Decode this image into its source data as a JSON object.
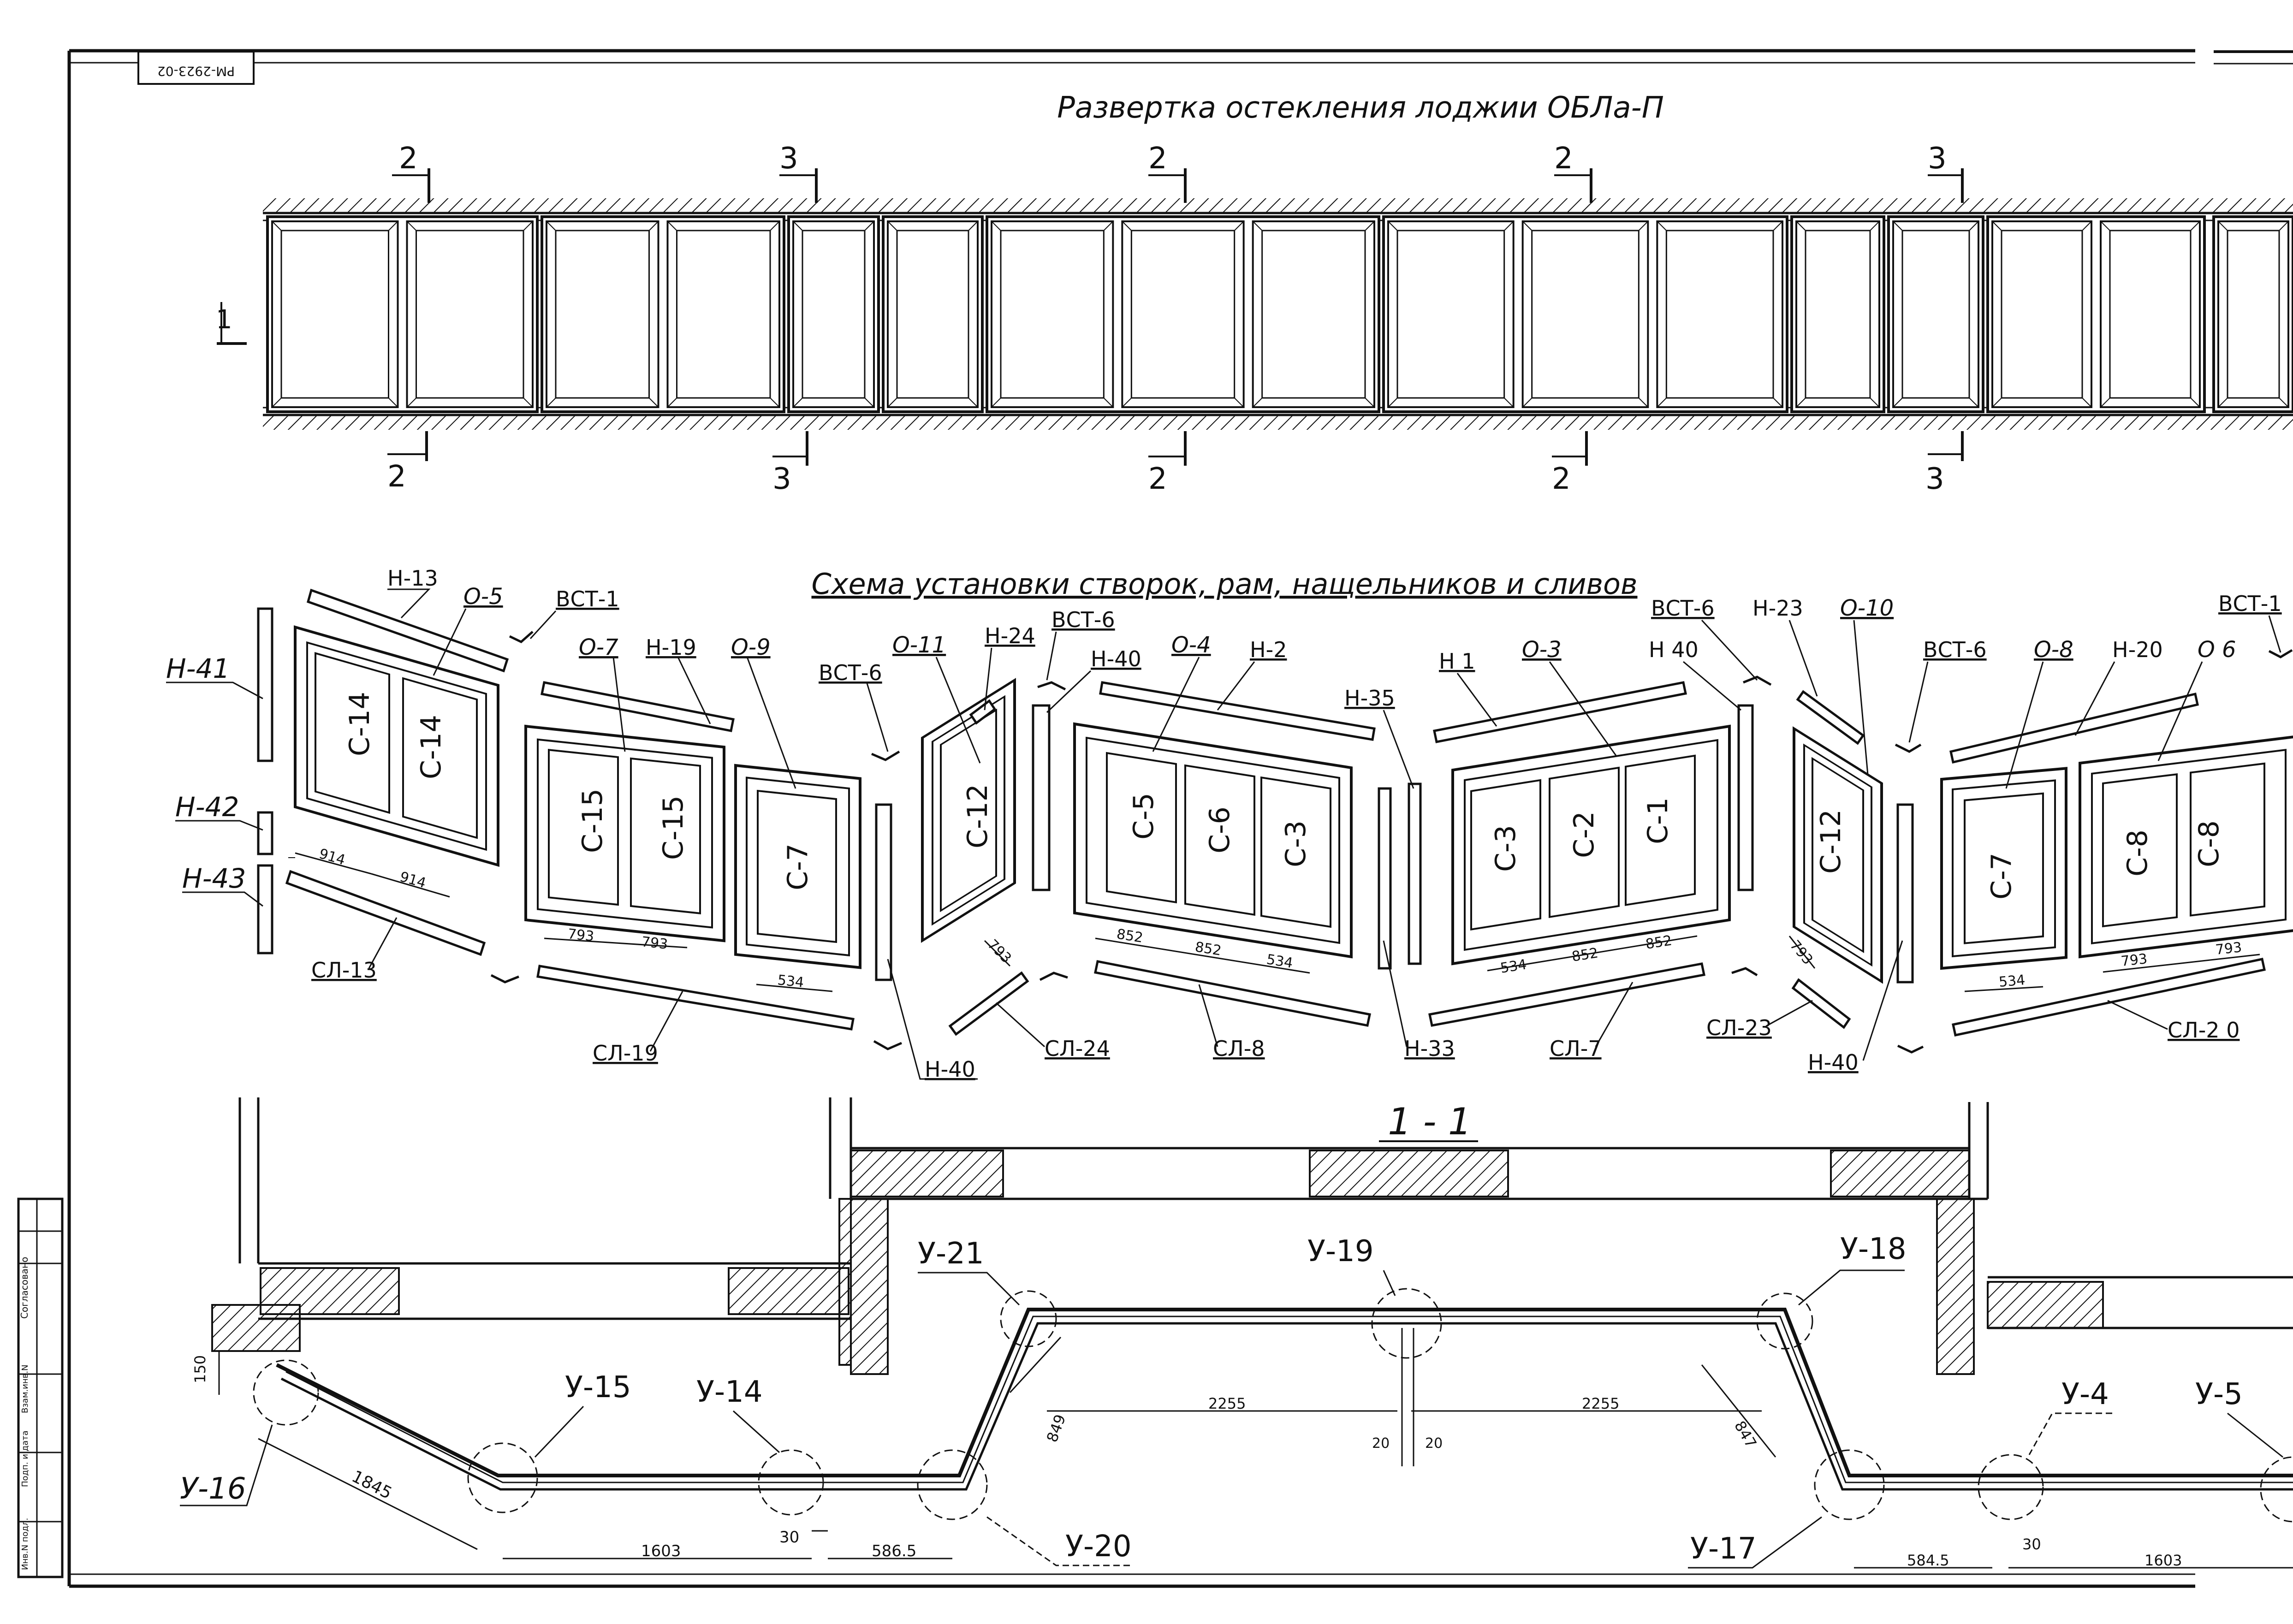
{
  "stamp": "РМ-2923-02",
  "titles": {
    "unfold": "Развертка остекления лоджии ОБЛа-П",
    "scheme": "Схема установки створок, рам, нащельников и сливов",
    "section": "1 - 1"
  },
  "section_marks": {
    "top": [
      "2",
      "3",
      "2",
      "2",
      "3"
    ],
    "bottom": [
      "2",
      "3",
      "2",
      "2",
      "3"
    ],
    "side": "1"
  },
  "part_labels": {
    "h41": "Н-41",
    "h42": "Н-42",
    "h43": "Н-43",
    "h13": "Н-13",
    "o5": "О-5",
    "vst1_a": "ВСТ-1",
    "o7": "О-7",
    "h19": "Н-19",
    "o9": "О-9",
    "vst6_a": "ВСТ-6",
    "o11": "О-11",
    "h24": "Н-24",
    "vst6_b": "ВСТ-6",
    "h40_a": "Н-40",
    "o4": "О-4",
    "h2": "Н-2",
    "h35": "Н-35",
    "h1": "Н 1",
    "o3": "О-3",
    "vst6_c": "ВСТ-6",
    "h40_b": "Н 40",
    "h23": "Н-23",
    "o10": "О-10",
    "vst6_d": "ВСТ-6",
    "o8": "О-8",
    "h20": "Н-20",
    "o6": "О 6",
    "vst1_b": "ВСТ-1",
    "sl13": "СЛ-13",
    "sl19": "СЛ-19",
    "h40_c": "Н-40",
    "sl24": "СЛ-24",
    "sl8": "СЛ-8",
    "h33": "Н-33",
    "sl7": "СЛ-7",
    "sl23": "СЛ-23",
    "h40_d": "Н-40",
    "sl20": "СЛ-2 0"
  },
  "sash_labels": {
    "c14a": "С-14",
    "c14b": "С-14",
    "c15a": "С-15",
    "c15b": "С-15",
    "c7a": "С-7",
    "c12a": "С-12",
    "c5": "С-5",
    "c6": "С-6",
    "c3a": "С-3",
    "c3b": "С-3",
    "c2": "С-2",
    "c1": "С-1",
    "c12b": "С-12",
    "c7b": "С-7",
    "c8": "С-8",
    "c8b": "С-8"
  },
  "dims_scheme": {
    "d914a": "914",
    "d914b": "914",
    "d793a": "793",
    "d793b": "793",
    "d534a": "534",
    "d793c": "793",
    "d852a": "852",
    "d852b": "852",
    "d534b": "534",
    "d534c": "534",
    "d852c": "852",
    "d852d": "852",
    "d793d": "793",
    "d534d": "534",
    "d793e": "793",
    "d793f": "793"
  },
  "nodes": {
    "u21": "У-21",
    "u19": "У-19",
    "u18": "У-18",
    "u15": "У-15",
    "u14": "У-14",
    "u16": "У-16",
    "u20": "У-20",
    "u17": "У-17",
    "u4": "У-4",
    "u5": "У-5"
  },
  "dims_section": {
    "d150": "150",
    "d1845": "1845",
    "d1603a": "1603",
    "d30a": "30",
    "d5865a": "586.5",
    "d849": "849",
    "d2255a": "2255",
    "d2255b": "2255",
    "d20a": "20",
    "d20b": "20",
    "d847": "847",
    "d5845": "584.5",
    "d30b": "30",
    "d1603b": "1603"
  },
  "title_block": {
    "cells": [
      "Согласовано",
      "Взам.инв.N",
      "Подп. и дата",
      "Инв.N подл."
    ]
  }
}
